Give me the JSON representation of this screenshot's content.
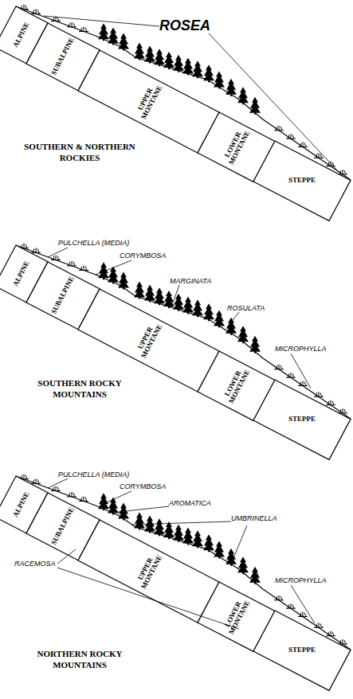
{
  "diagram": {
    "nodes": [
      {
        "text": [
          "ALPINE"
        ]
      },
      {
        "text": [
          "SUBALPINE"
        ]
      },
      {
        "text": [
          "UPPER MONTANE"
        ]
      },
      {
        "text": [
          "LOWER MONTANE"
        ]
      },
      {
        "text": [
          "STEPPE"
        ]
      },
      {
        "text": [
          "ALPINE"
        ]
      },
      {
        "text": [
          "SUBALPINE"
        ]
      },
      {
        "text": [
          "UPPER MONTANE"
        ]
      },
      {
        "text": [
          "LOWER MONTANE"
        ]
      },
      {
        "text": [
          "STEPPE"
        ]
      },
      {
        "text": [
          "ALPINE"
        ]
      },
      {
        "text": [
          "SUBALPINE"
        ]
      },
      {
        "text": [
          "UPPER MONTANE"
        ]
      },
      {
        "text": [
          "LOWER MONTANE"
        ]
      },
      {
        "text": [
          "STEPPE"
        ]
      }
    ],
    "labels": [
      "ROSEA",
      "SOUTHERN & NORTHERN ROCKIES",
      "PULCHELLA (MEDIA)",
      "CORYMBOSA",
      "MARGINATA",
      "ROSULATA",
      "MICROPHYLLA",
      "SOUTHERN ROCKY MOUNTAINS",
      "PULCHELLA (MEDIA)",
      "CORYMBOSA",
      "AROMATICA",
      "UMBRINELLA",
      "MICROPHYLLA",
      "RACEMOSA",
      "NORTHERN ROCKY MOUNTAINS"
    ]
  }
}
